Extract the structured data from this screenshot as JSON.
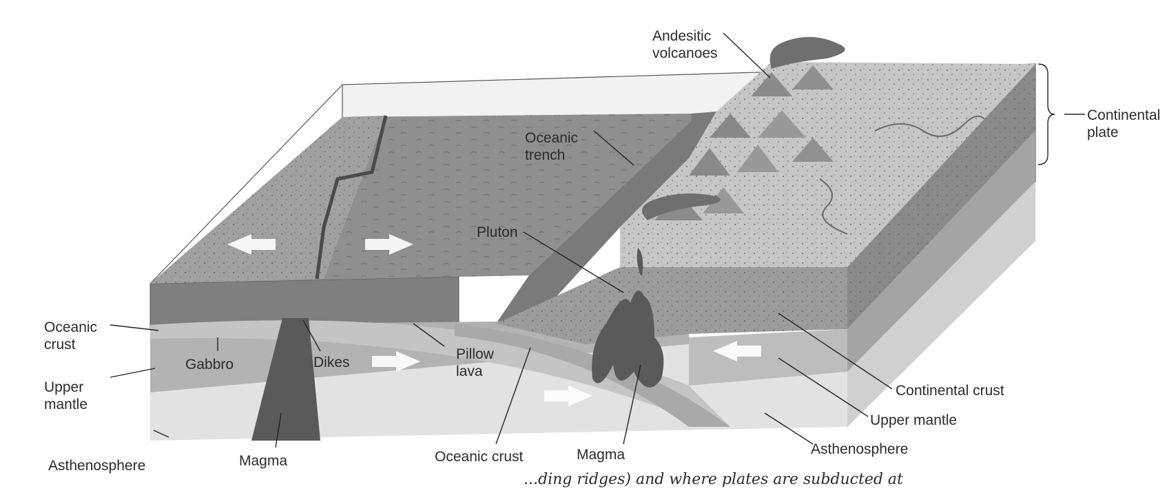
{
  "labels": {
    "andesitic_volcanoes": "Andesitic\nvolcanoes",
    "continental_plate": "Continental\nplate",
    "oceanic_trench": "Oceanic\ntrench",
    "pluton": "Pluton",
    "oceanic_crust_left": "Oceanic\ncrust",
    "gabbro": "Gabbro",
    "dikes": "Dikes",
    "pillow_lava": "Pillow\nlava",
    "upper_mantle_left": "Upper\nmantle",
    "asthenosphere_left": "Asthenosphere",
    "magma_left": "Magma",
    "oceanic_crust_bottom": "Oceanic crust",
    "magma_right": "Magma",
    "continental_crust": "Continental crust",
    "upper_mantle_right": "Upper mantle",
    "asthenosphere_right": "Asthenosphere"
  },
  "caption": "...ding ridges) and where plates are subducted at",
  "colors": {
    "ocean_floor": "#8f8f8f",
    "ocean_crust": "#a9a9a9",
    "upper_mantle": "#bdbdbd",
    "asthenosphere": "#e2e2e2",
    "continental_crust": "#9c9c9c",
    "continent_surface": "#c6c6c6",
    "magma": "#5a5a5a"
  }
}
